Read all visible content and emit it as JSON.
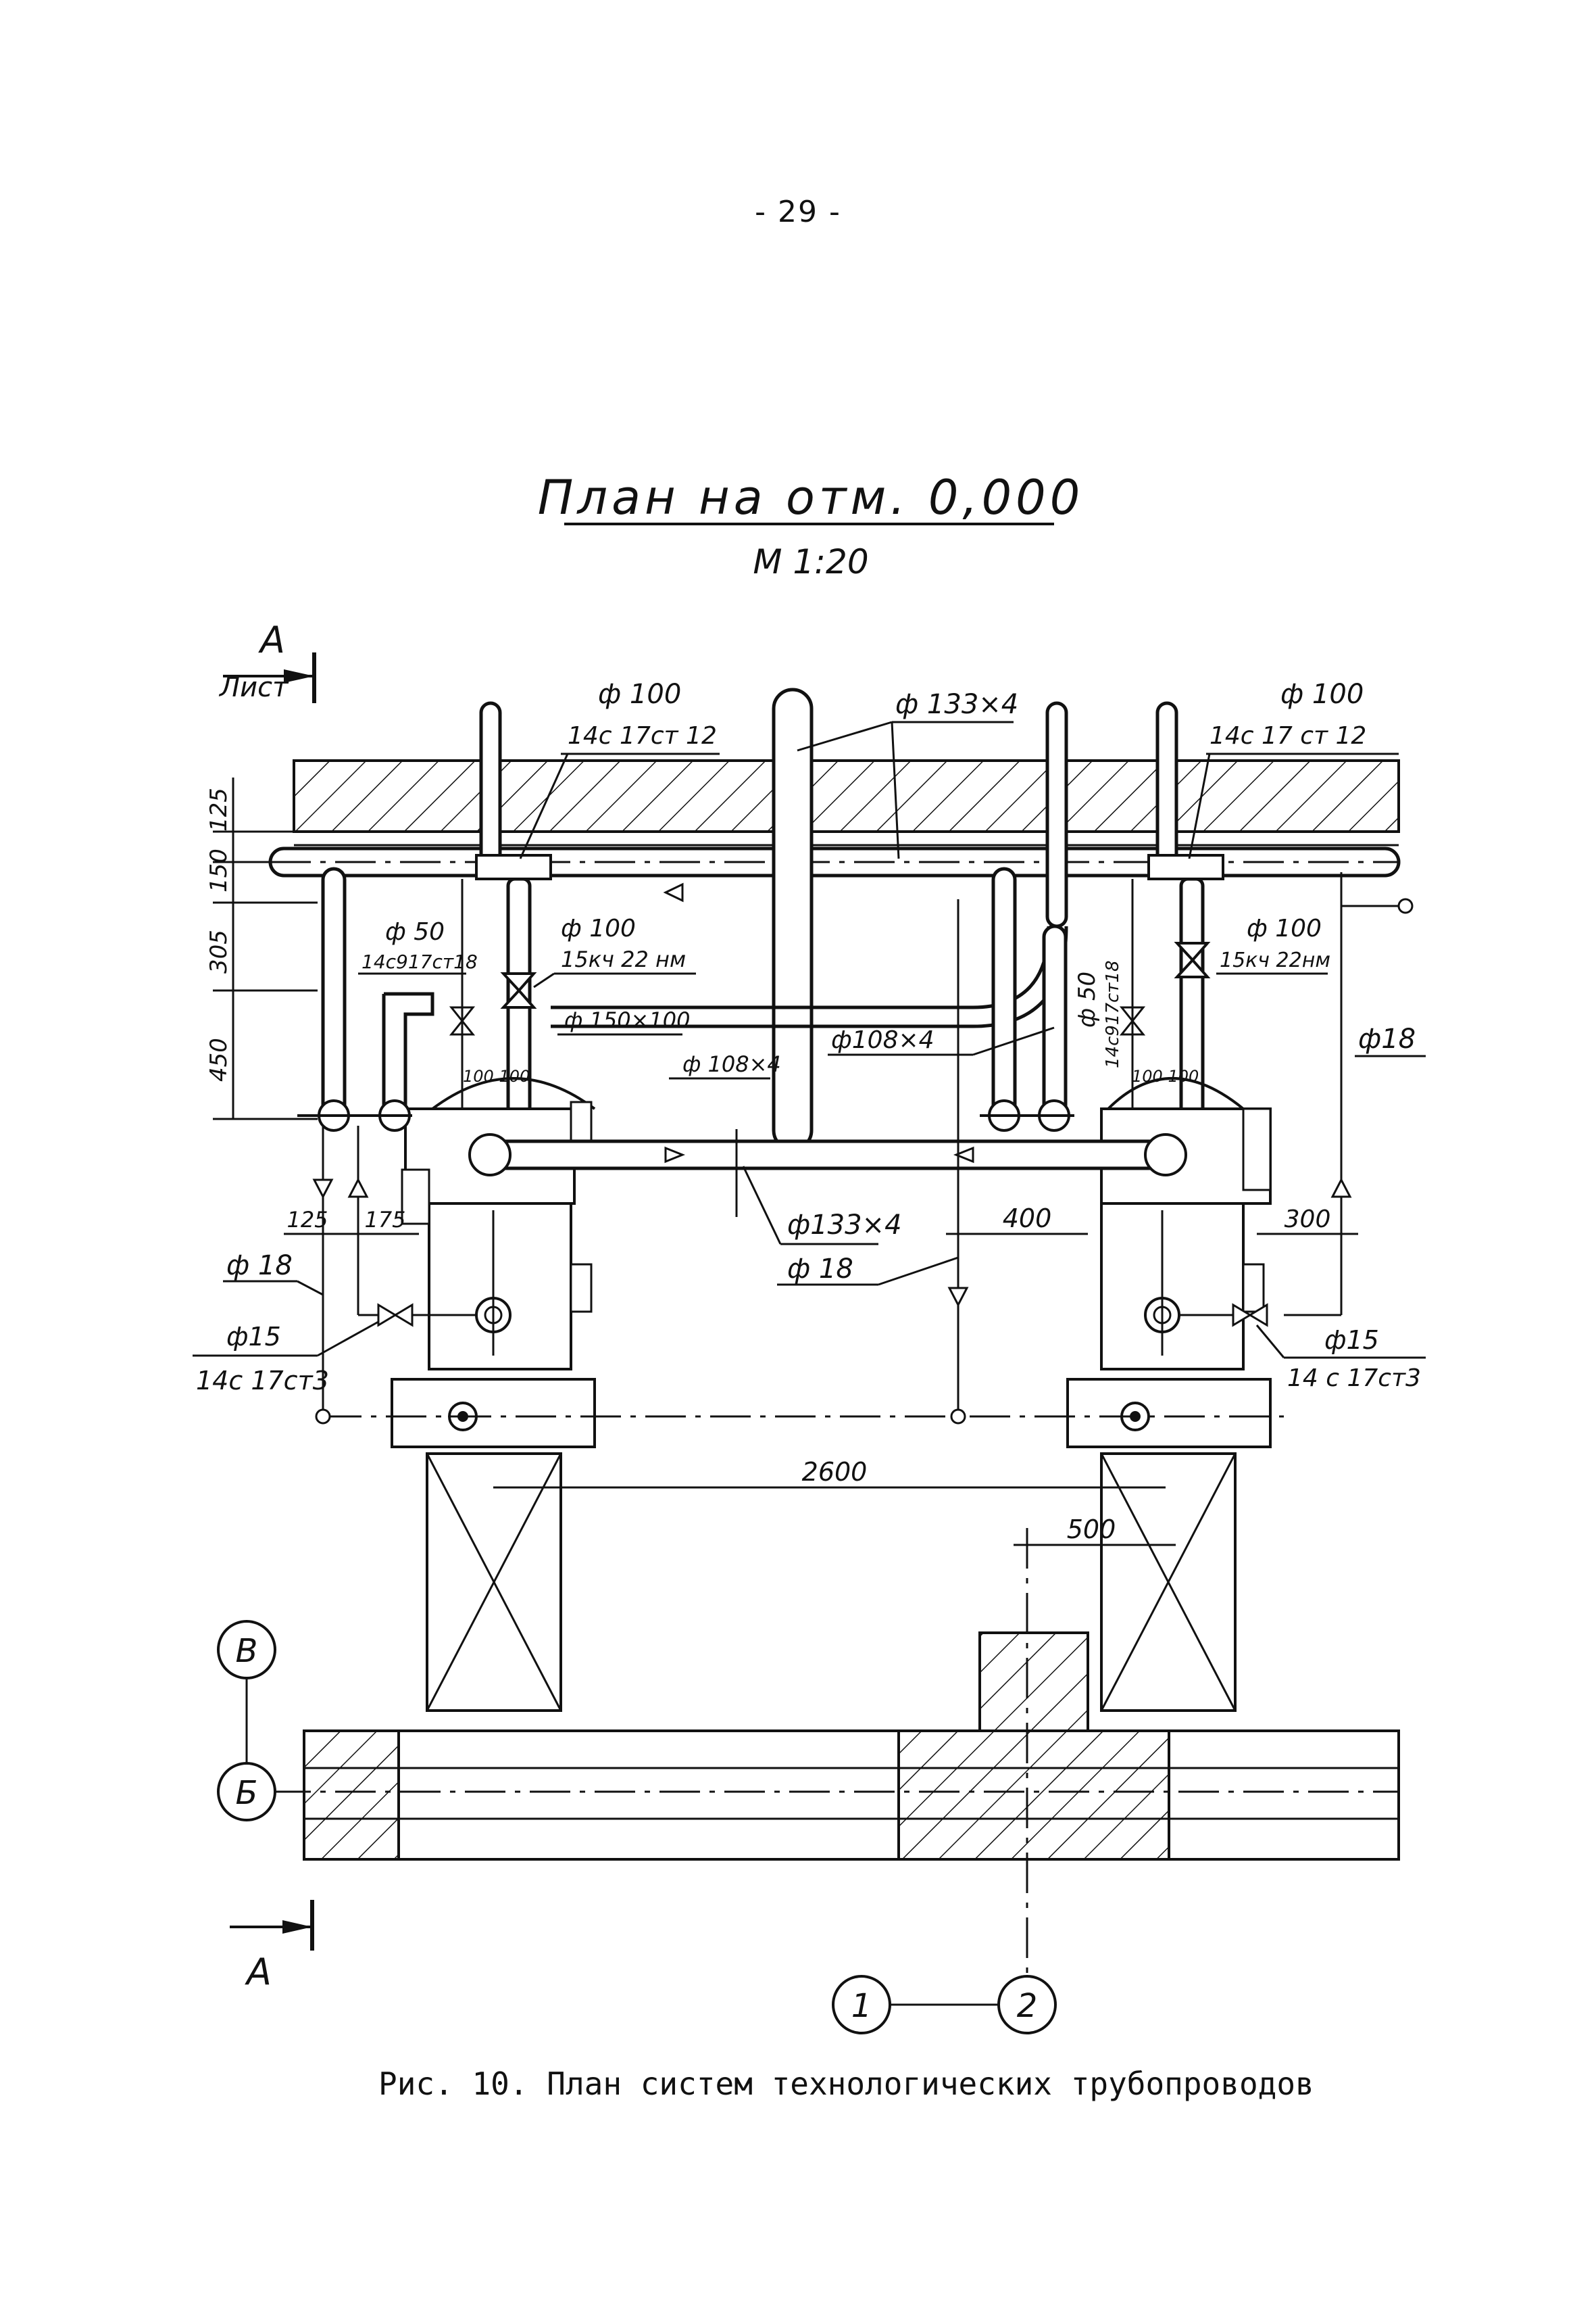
{
  "page_number": "- 29 -",
  "title": "План на отм. 0,000",
  "scale": "М 1:20",
  "section_marks": {
    "top_letter": "А",
    "top_sheet": "Лист",
    "bottom_letter": "А"
  },
  "axes": {
    "row_upper": "В",
    "row_lower": "Б",
    "col_left": "1",
    "col_right": "2"
  },
  "dimensions": {
    "vertical": [
      "125",
      "150",
      "305",
      "450"
    ],
    "bottom": [
      "125",
      "175"
    ],
    "right": [
      "300"
    ],
    "middle": [
      "400"
    ],
    "span": "2600",
    "offset": "500"
  },
  "labels": {
    "d100_left": "ф 100",
    "valve_left_top": "14с 17ст 12",
    "d133x4_top": "ф 133×4",
    "d100_right": "ф 100",
    "valve_right_top": "14с 17 ст 12",
    "d50_left": "ф 50",
    "valve_d50_left": "14с917ст18",
    "d100_mid": "ф 100",
    "valve_15kch_left": "15кч 22 нм",
    "d150x100": "ф 150×100",
    "d108x4_left": "ф 108×4",
    "d108x4_mid": "ф108×4",
    "d50_right": "ф 50",
    "valve_d50_right": "14с917ст18",
    "d100_right2": "ф 100",
    "valve_15kch_right": "15кч 22нм",
    "d18_right": "ф18",
    "tank_left_sizes": "100 100",
    "tank_right_sizes": "100 100",
    "d133x4_bottom": "ф133×4",
    "d18_mid": "ф 18",
    "d18_left": "ф 18",
    "d15_left": "ф15",
    "valve_d15_left": "14с 17ст3",
    "d15_right": "ф15",
    "valve_d15_right": "14 с 17ст3"
  },
  "caption": "Рис. 10. План систем технологических трубопроводов"
}
